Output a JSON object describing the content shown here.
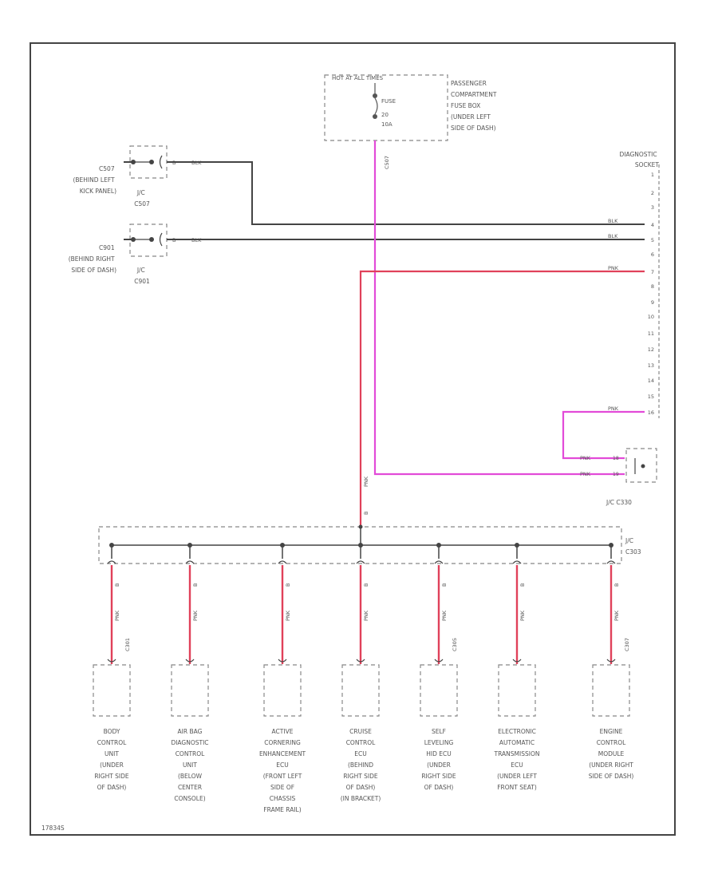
{
  "colors": {
    "red": "#e0415a",
    "pink": "#e24bd8",
    "black": "#444444",
    "dash": "#888888"
  },
  "fuse_box": {
    "header": "HOT AT ALL TIMES",
    "fuse_label": "FUSE",
    "fuse_number": "20",
    "fuse_amps": "10A",
    "location": [
      "PASSENGER",
      "COMPARTMENT",
      "FUSE BOX",
      "(UNDER LEFT",
      "SIDE OF DASH)"
    ],
    "connector": "C507"
  },
  "grounds": [
    {
      "id": "C507",
      "location": [
        "(BEHIND LEFT",
        "KICK PANEL)"
      ],
      "jc": [
        "J/C",
        "C507"
      ],
      "wire": "BLK"
    },
    {
      "id": "C901",
      "location": [
        "(BEHIND RIGHT",
        "SIDE OF DASH)"
      ],
      "jc": [
        "J/C",
        "C901"
      ],
      "wire": "BLK"
    }
  ],
  "socket": {
    "title": [
      "DIAGNOSTIC",
      "SOCKET"
    ],
    "pins": [
      "1",
      "2",
      "3",
      "4",
      "5",
      "6",
      "7",
      "8",
      "9",
      "10",
      "11",
      "12",
      "13",
      "14",
      "15",
      "16"
    ],
    "wire_labels": [
      "BLK",
      "BLK",
      "PNK",
      "PNK"
    ]
  },
  "jc_c330": {
    "label": "J/C C330",
    "wires": [
      "PNK",
      "PNK"
    ],
    "pins": [
      "18",
      "19"
    ]
  },
  "jc_c303": {
    "label": [
      "J/C",
      "C303"
    ],
    "feed_wire": "PNK"
  },
  "modules": [
    {
      "wire": "PNK",
      "conn": "C301",
      "name": [
        "BODY",
        "CONTROL",
        "UNIT",
        "(UNDER",
        "RIGHT SIDE",
        "OF DASH)"
      ]
    },
    {
      "wire": "PNK",
      "conn": "",
      "name": [
        "AIR BAG",
        "DIAGNOSTIC",
        "CONTROL",
        "UNIT",
        "(BELOW",
        "CENTER",
        "CONSOLE)"
      ]
    },
    {
      "wire": "PNK",
      "conn": "",
      "name": [
        "ACTIVE",
        "CORNERING",
        "ENHANCEMENT",
        "ECU",
        "(FRONT LEFT",
        "SIDE OF",
        "CHASSIS",
        "FRAME RAIL)"
      ]
    },
    {
      "wire": "PNK",
      "conn": "",
      "name": [
        "CRUISE",
        "CONTROL",
        "ECU",
        "(BEHIND",
        "RIGHT SIDE",
        "OF DASH)",
        "(IN BRACKET)"
      ]
    },
    {
      "wire": "PNK",
      "conn": "C305",
      "name": [
        "SELF",
        "LEVELING",
        "HID ECU",
        "(UNDER",
        "RIGHT SIDE",
        "OF DASH)"
      ]
    },
    {
      "wire": "PNK",
      "conn": "",
      "name": [
        "ELECTRONIC",
        "AUTOMATIC",
        "TRANSMISSION",
        "ECU",
        "(UNDER LEFT",
        "FRONT SEAT)"
      ]
    },
    {
      "wire": "PNK",
      "conn": "C307",
      "name": [
        "ENGINE",
        "CONTROL",
        "MODULE",
        "(UNDER RIGHT",
        "SIDE OF DASH)"
      ]
    }
  ],
  "footer_code": "17834S"
}
